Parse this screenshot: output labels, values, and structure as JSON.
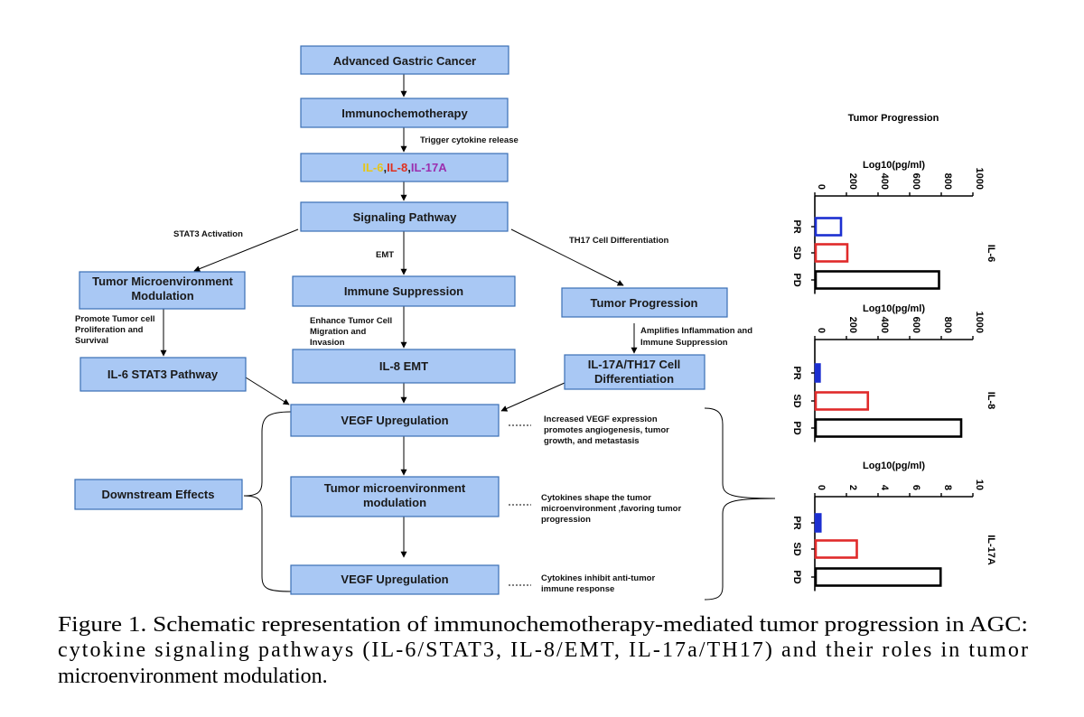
{
  "colors": {
    "box_fill": "#a9c8f4",
    "box_stroke": "#3a6fb5",
    "il6": "#e6c619",
    "il8": "#e0301e",
    "il17a": "#9b2fae",
    "pr_bar": "#1c2fd1",
    "sd_bar": "#e02a2a",
    "pd_bar": "#000000"
  },
  "flow": {
    "boxes": {
      "agc": [
        "Advanced Gastric Cancer"
      ],
      "ict": [
        "Immunochemotherapy"
      ],
      "signal": [
        "Signaling Pathway"
      ],
      "tme": [
        "Tumor Microenvironment",
        "Modulation"
      ],
      "immune": [
        "Immune Suppression"
      ],
      "tprog": [
        "Tumor Progression"
      ],
      "il6stat3": [
        "IL-6 STAT3 Pathway"
      ],
      "il8emt": [
        "IL-8 EMT"
      ],
      "il17th17": [
        "IL-17A/TH17 Cell",
        "Differentiation"
      ],
      "vegf1": [
        "VEGF Upregulation"
      ],
      "tmm2": [
        "Tumor microenvironment",
        "modulation"
      ],
      "vegf2": [
        "VEGF Upregulation"
      ],
      "downstream": [
        "Downstream Effects"
      ]
    },
    "cytokines": {
      "il6": "IL-6",
      "sep1": ",",
      "il8": "IL-8",
      "sep2": ",",
      "il17a": "IL-17A"
    },
    "labels": {
      "trigger": [
        "Trigger cytokine release"
      ],
      "stat3": [
        "STAT3 Activation"
      ],
      "emt": [
        "EMT"
      ],
      "th17": [
        "TH17 Cell Differentiation"
      ],
      "promote": [
        "Promote Tumor cell",
        "Proliferation and",
        "Survival"
      ],
      "enhance": [
        "Enhance Tumor Cell",
        "Migration and",
        "Invasion"
      ],
      "amplifies": [
        "Amplifies Inflammation and",
        "Immune Suppression"
      ],
      "note1": [
        "Increased VEGF expression",
        "promotes angiogenesis, tumor",
        "growth, and metastasis"
      ],
      "note2": [
        "Cytokines shape the tumor",
        "microenvironment ,favoring tumor",
        "progression"
      ],
      "note3": [
        "Cytokines inhibit anti-tumor",
        "immune response"
      ]
    }
  },
  "chart_data": [
    {
      "type": "bar",
      "orientation": "horizontal",
      "title": "Tumor Progression",
      "xlabel": "Log10(pg/ml)",
      "panel_label": "IL-6",
      "categories": [
        "PR",
        "SD",
        "PD"
      ],
      "values": [
        160,
        200,
        780
      ],
      "xlim": [
        0,
        1000
      ],
      "ticks": [
        "0",
        "200",
        "400",
        "600",
        "800",
        "1000"
      ],
      "fill": [
        "none",
        "none",
        "none"
      ],
      "colors": [
        "#1c2fd1",
        "#e02a2a",
        "#000000"
      ]
    },
    {
      "type": "bar",
      "orientation": "horizontal",
      "xlabel": "Log10(pg/ml)",
      "panel_label": "IL-8",
      "categories": [
        "PR",
        "SD",
        "PD"
      ],
      "values": [
        25,
        330,
        920
      ],
      "xlim": [
        0,
        1000
      ],
      "ticks": [
        "0",
        "200",
        "400",
        "600",
        "800",
        "1000"
      ],
      "fill": [
        "solid",
        "none",
        "none"
      ],
      "colors": [
        "#1c2fd1",
        "#e02a2a",
        "#000000"
      ]
    },
    {
      "type": "bar",
      "orientation": "horizontal",
      "xlabel": "Log10(pg/ml)",
      "panel_label": "IL-17A",
      "categories": [
        "PR",
        "SD",
        "PD"
      ],
      "values": [
        0.3,
        2.6,
        7.9
      ],
      "xlim": [
        0,
        10
      ],
      "ticks": [
        "0",
        "2",
        "4",
        "6",
        "8",
        "10"
      ],
      "fill": [
        "solid",
        "none",
        "none"
      ],
      "colors": [
        "#1c2fd1",
        "#e02a2a",
        "#000000"
      ]
    }
  ],
  "caption": [
    "Figure 1. Schematic representation of immunochemotherapy-mediated tumor progression in AGC:",
    "cytokine signaling pathways (IL-6/STAT3, IL-8/EMT, IL-17a/TH17) and their roles in tumor",
    "microenvironment modulation."
  ]
}
